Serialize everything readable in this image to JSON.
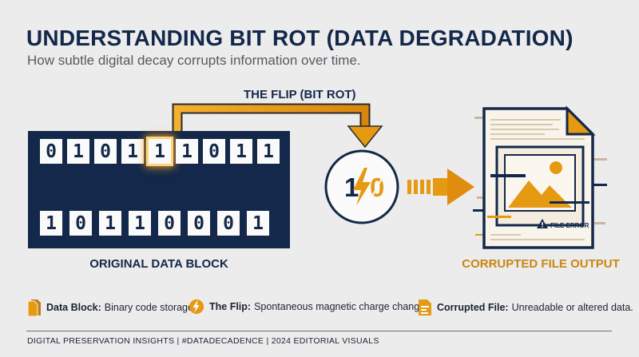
{
  "title": "UNDERSTANDING BIT ROT (DATA DEGRADATION)",
  "subtitle": "How subtle digital decay corrupts information over time.",
  "flip_label": "THE FLIP (BIT ROT)",
  "data_block": {
    "row1": [
      "0",
      "1",
      "0",
      "1",
      "1",
      "1",
      "0",
      "1",
      "1"
    ],
    "row2": [
      "1",
      "0",
      "1",
      "1",
      "0",
      "0",
      "0",
      "1"
    ],
    "highlighted_bit_index": 4,
    "label": "ORIGINAL DATA BLOCK"
  },
  "flip_circle": {
    "from": "1",
    "to": "0",
    "icon": "lightning-bolt-icon"
  },
  "corrupted_file": {
    "badge": "FILE ERROR",
    "label": "CORRUPTED FILE OUTPUT",
    "icon": "image-file-icon"
  },
  "legend": [
    {
      "icon": "file-stack-icon",
      "term": "Data Block:",
      "desc": "Binary code storage"
    },
    {
      "icon": "lightning-bolt-icon",
      "term": "The Flip:",
      "desc": "Spontaneous magnetic charge change"
    },
    {
      "icon": "corrupted-file-icon",
      "term": "Corrupted File:",
      "desc": "Unreadable or altered data."
    }
  ],
  "footer": [
    "DIGITAL PRESERVATION INSIGHTS",
    "#DATADECADENCE",
    "2024 EDITORIAL VISUALS"
  ],
  "colors": {
    "navy": "#13284a",
    "accent": "#e0940f",
    "background": "#ececec"
  }
}
